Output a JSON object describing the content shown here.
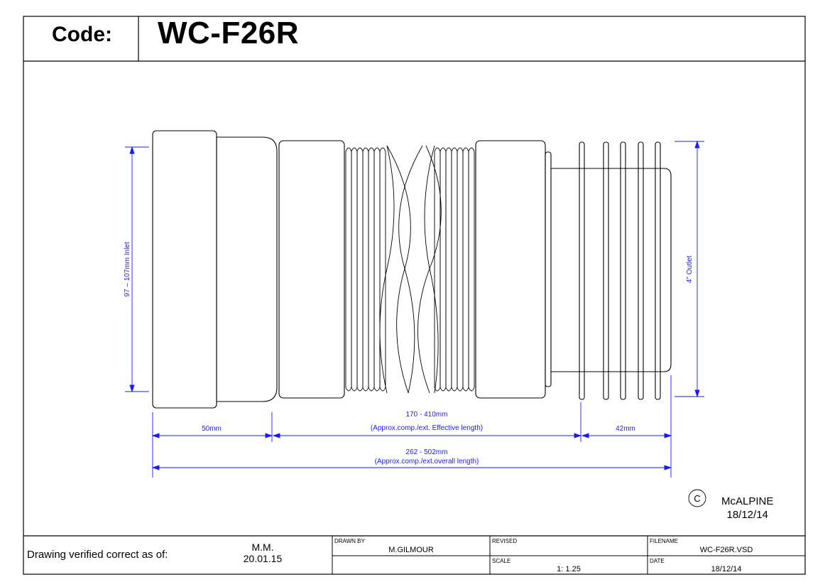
{
  "header": {
    "code_label": "Code:",
    "code_value": "WC-F26R"
  },
  "dimensions": {
    "inlet": "97 – 107mm Inlet",
    "outlet": "4\" Outlet",
    "effective_range": "170 - 410mm",
    "effective_note": "(Approx.comp./ext. Effective length)",
    "inlet_length": "50mm",
    "outlet_length": "42mm",
    "overall_range": "262 - 502mm",
    "overall_note": "(Approx.comp./ext.overall length)"
  },
  "copyright": {
    "symbol": "C",
    "company": "McALPINE",
    "date": "18/12/14"
  },
  "title_block": {
    "verified_text": "Drawing verified  correct as of:",
    "verified_by": "M.M.",
    "verified_date": "20.01.15",
    "drawn_by_label": "DRAWN BY",
    "drawn_by": "M.GILMOUR",
    "revised_label": "REVISED",
    "revised_value": "",
    "filename_label": "FILENAME",
    "filename": "WC-F26R.VSD",
    "scale_label": "SCALE",
    "scale": "1: 1.25",
    "date_label": "DATE",
    "date": "18/12/14"
  },
  "colors": {
    "dimension_color": "#1a1aff",
    "line_color": "#000000"
  }
}
